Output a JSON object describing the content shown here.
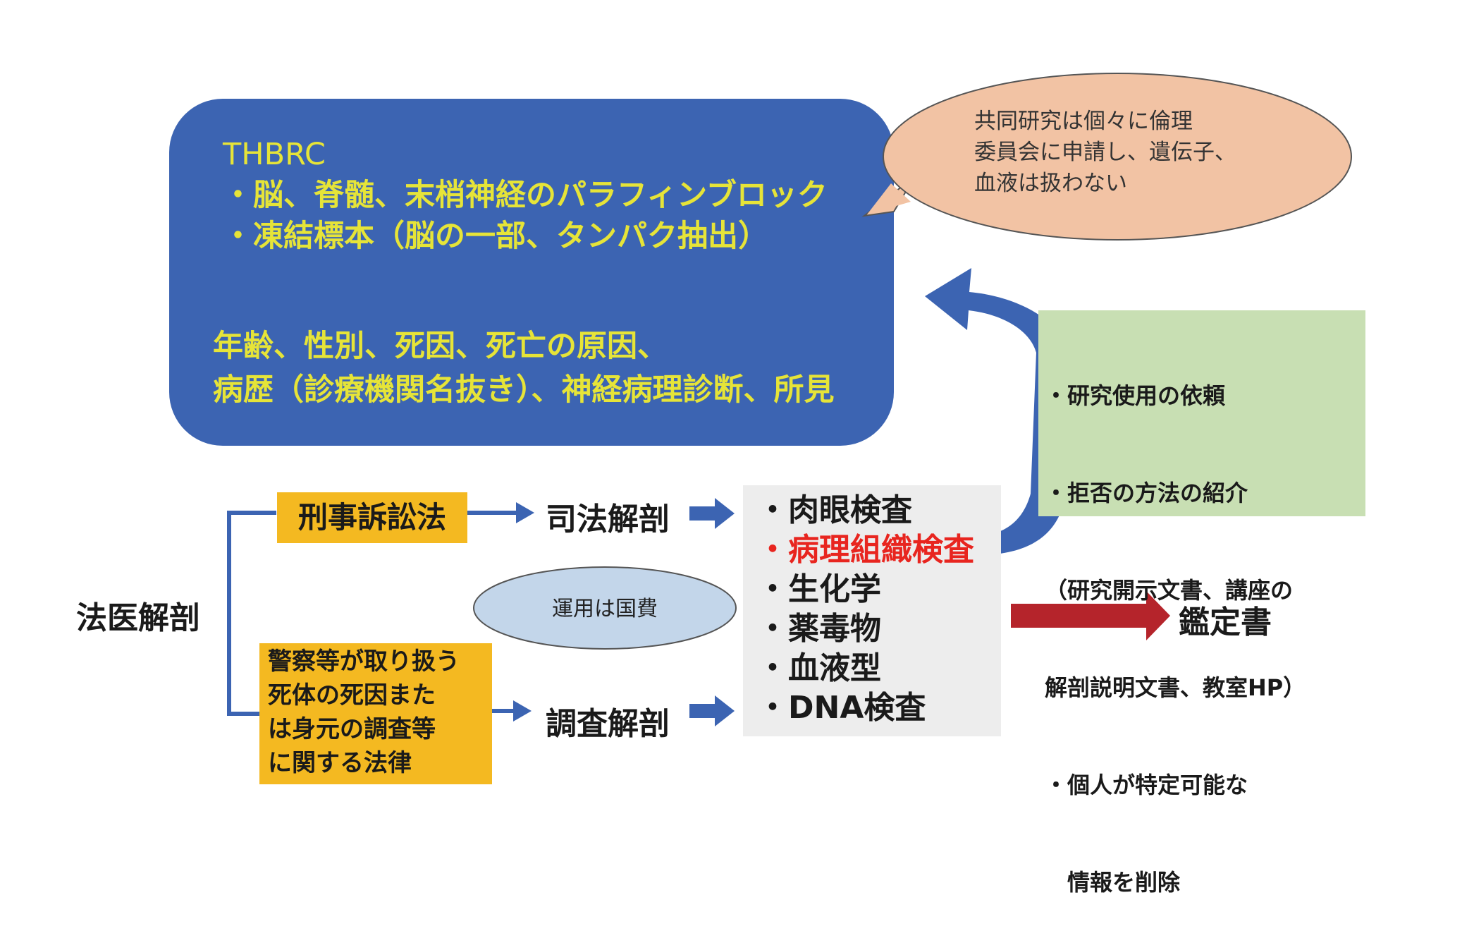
{
  "blue_box": {
    "lines_top": [
      "THBRC",
      "・脳、脊髄、末梢神経のパラフィンブロック",
      "・凍結標本（脳の一部、タンパク抽出）"
    ],
    "lines_bottom": [
      "年齢、性別、死因、死亡の原因、",
      "病歴（診療機関名抜き）、神経病理診断、所見"
    ],
    "color": "#3c64b2",
    "text_color": "#e6e438"
  },
  "bubble": {
    "lines": [
      "共同研究は個々に倫理",
      "委員会に申請し、遺伝子、",
      "血液は扱わない"
    ],
    "color": "#f2c3a4"
  },
  "green_box": {
    "lines": [
      "・研究使用の依頼",
      "・拒否の方法の紹介",
      "（研究開示文書、講座の",
      "解剖説明文書、教室HP）",
      "・個人が特定可能な",
      "　情報を削除"
    ],
    "color": "#c8dfb3"
  },
  "law_boxes": {
    "criminal": "刑事訴訟法",
    "investigation_law": "警察等が取り扱う\n死体の死因また\nは身元の調査等\nに関する法律",
    "color": "#f4b921"
  },
  "labels": {
    "forensic_autopsy": "法医解剖",
    "judicial_autopsy": "司法解剖",
    "investigation_autopsy": "調査解剖",
    "report": "鑑定書"
  },
  "exams": [
    {
      "label": "・肉眼検査",
      "highlight": false
    },
    {
      "label": "・病理組織検査",
      "highlight": true
    },
    {
      "label": "・生化学",
      "highlight": false
    },
    {
      "label": "・薬毒物",
      "highlight": false
    },
    {
      "label": "・血液型",
      "highlight": false
    },
    {
      "label": "・DNA検査",
      "highlight": false
    }
  ],
  "budget": {
    "text": "運用は国費",
    "color": "#c3d6ea"
  },
  "colors": {
    "connector": "#3c64b2",
    "report_arrow": "#b5242b",
    "highlight": "#e8251f"
  }
}
